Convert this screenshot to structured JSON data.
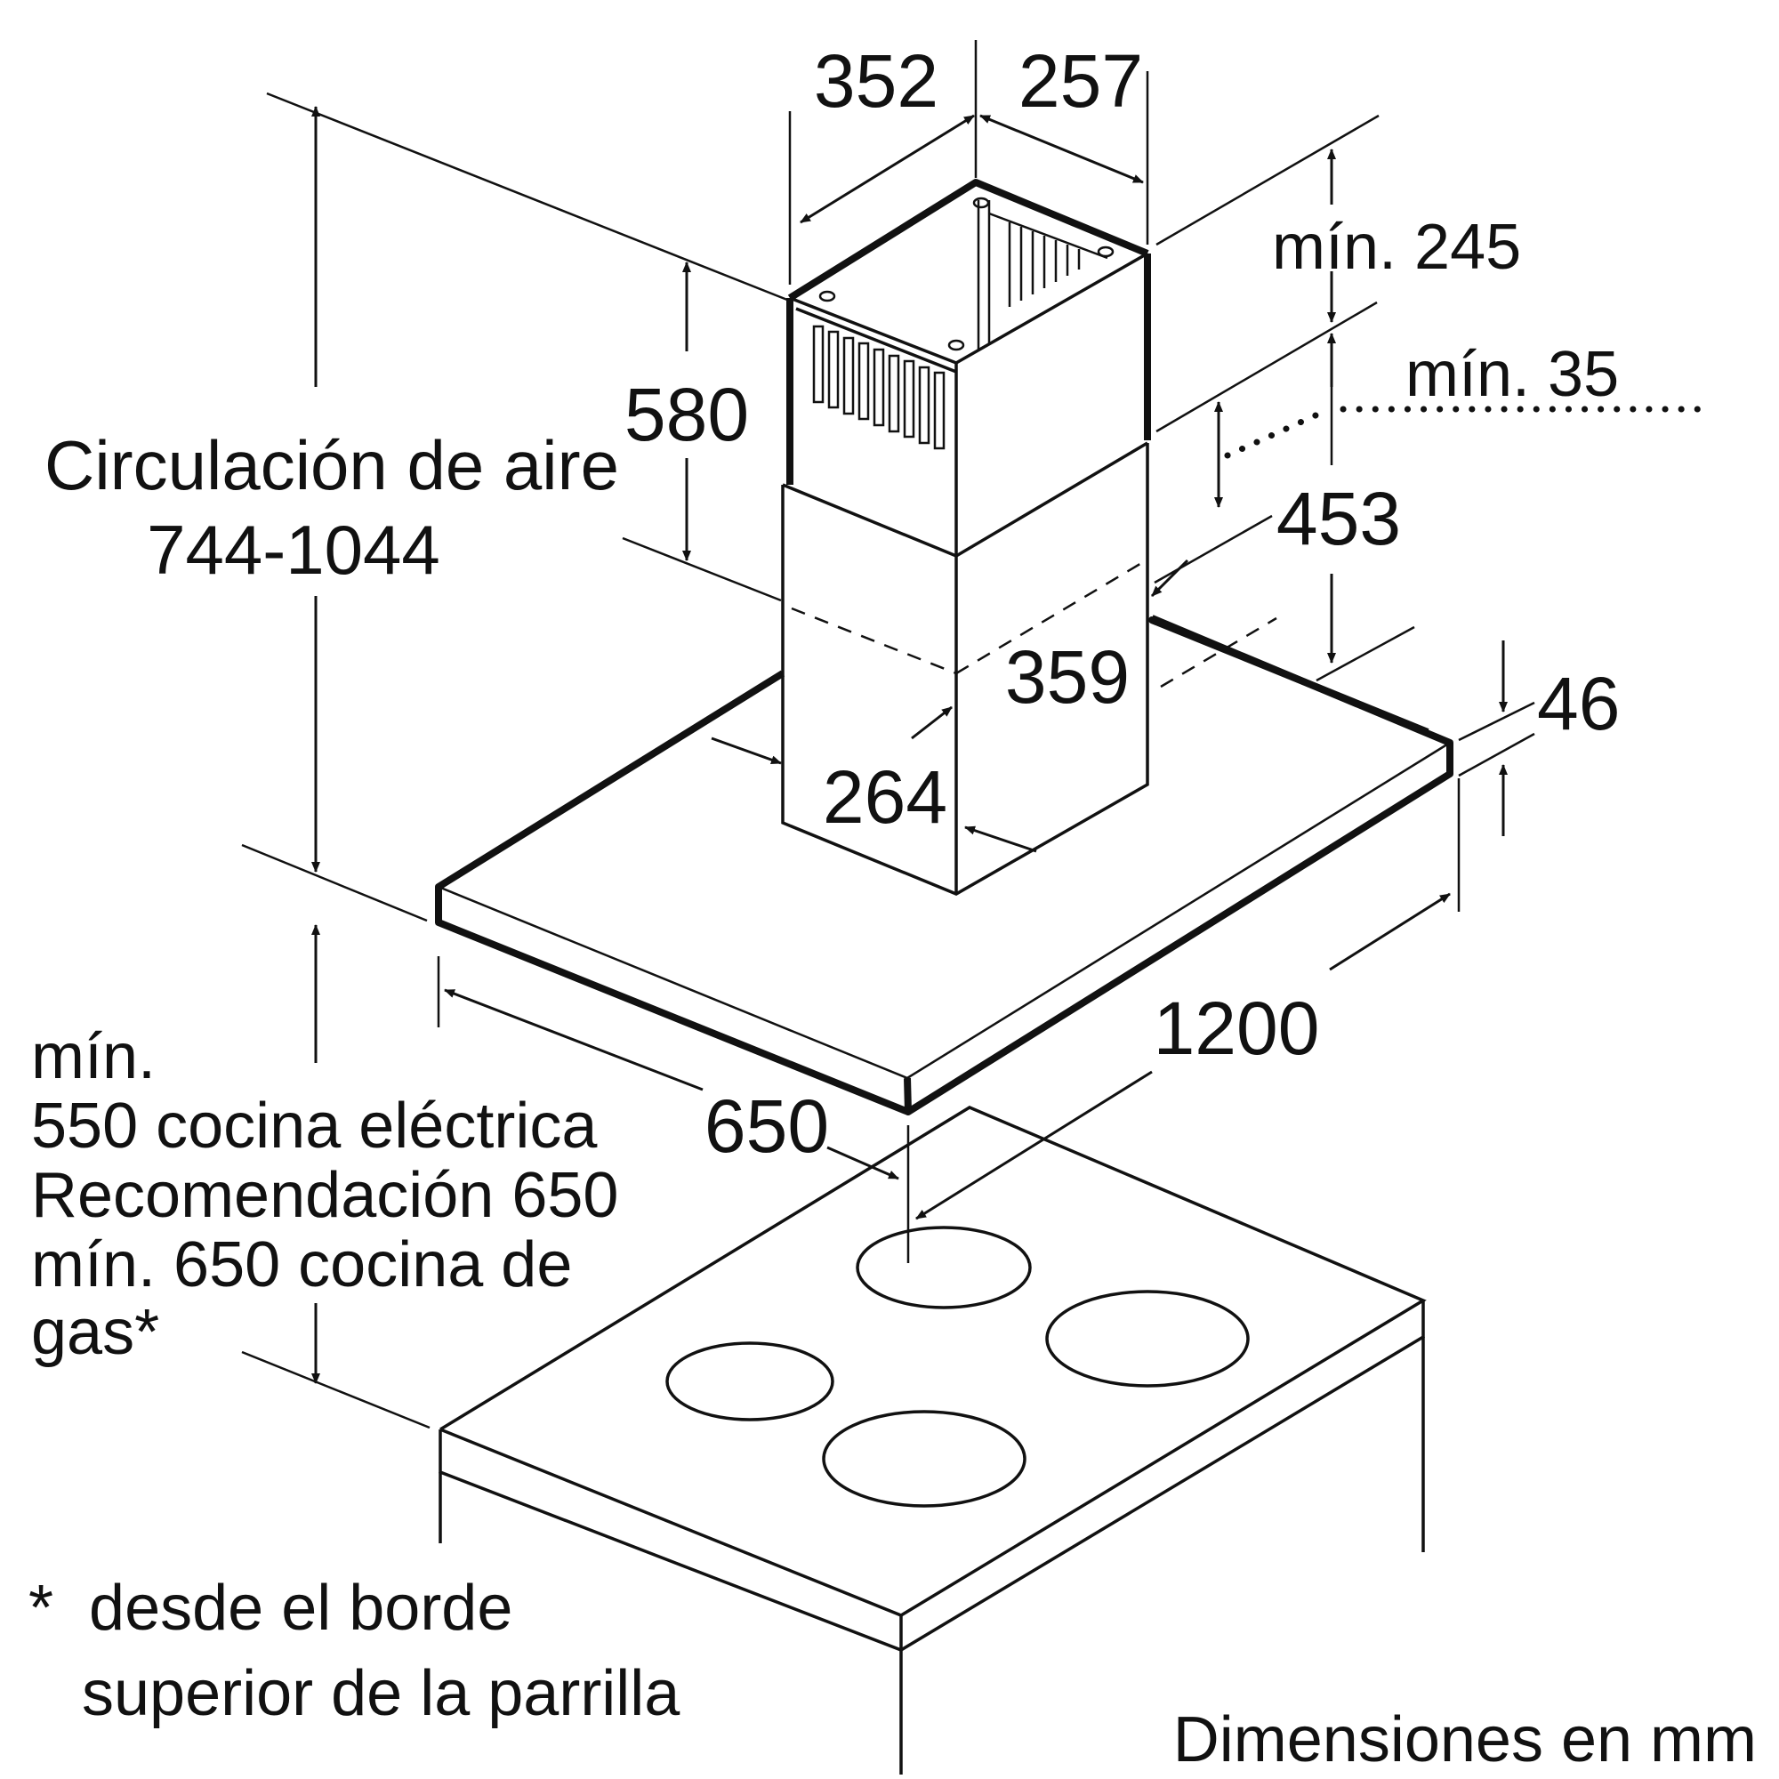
{
  "dimensions": {
    "chimney_depth": "352",
    "chimney_width": "257",
    "upper_chimney_height": "580",
    "min_ceiling_gap": "mín. 245",
    "min_overlap": "mín. 35",
    "lower_chimney_height": "453",
    "lower_chimney_width": "359",
    "lower_chimney_depth": "264",
    "canopy_thickness": "46",
    "hood_width": "1200",
    "hood_depth": "650"
  },
  "labels": {
    "air_circulation_title": "Circulación de aire",
    "air_circulation_range": "744-1044",
    "height_line1": "mín.",
    "height_line2": "550 cocina eléctrica",
    "height_line3": "Recomendación 650",
    "height_line4": "mín. 650 cocina de",
    "height_line5": "gas*",
    "footnote_line1": "*  desde el borde",
    "footnote_line2": "superior de la parrilla",
    "units_note": "Dimensiones en mm"
  }
}
